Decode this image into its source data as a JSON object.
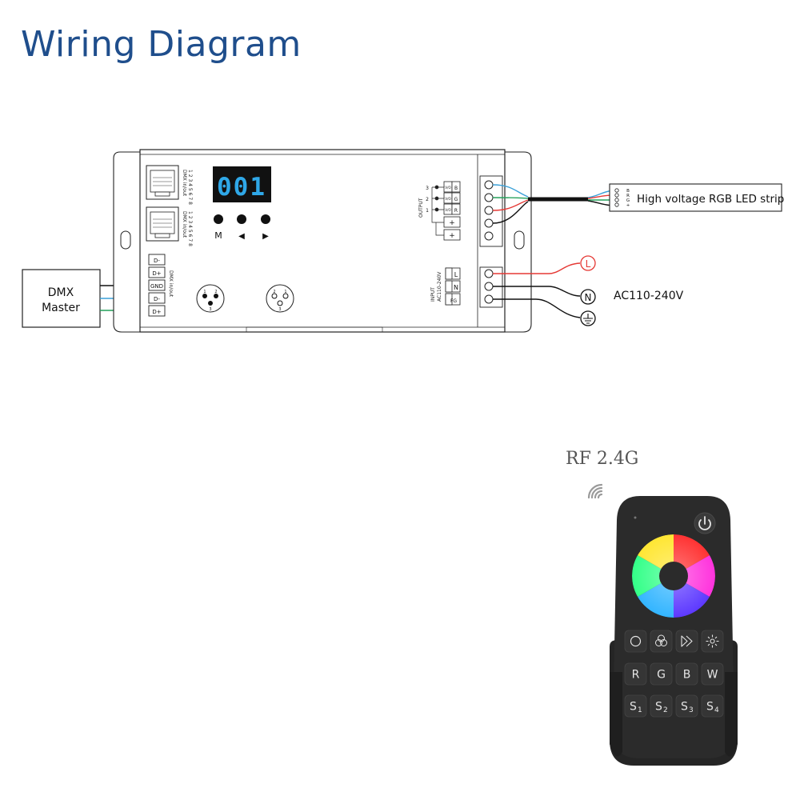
{
  "title": "Wiring Diagram",
  "colors": {
    "title": "#1f4e8c",
    "display_bg": "#111111",
    "display_digits": "#2fa8e8",
    "wire_red": "#e53935",
    "wire_green": "#23a05a",
    "wire_blue": "#3aa0d8",
    "wire_black": "#111111",
    "remote_body": "#2b2b2b",
    "remote_key": "#353535"
  },
  "dmx_master": {
    "line1": "DMX",
    "line2": "Master"
  },
  "controller": {
    "display": "001",
    "buttons": [
      "M",
      "◀",
      "▶"
    ],
    "rj45_label": "DMX in/out",
    "rj45_pins": "1 2 3 4 5 6 7 8",
    "dmx_terminal_label": "DMX in/out",
    "dmx_terminals": [
      "D-",
      "D+",
      "GND",
      "D-",
      "D+"
    ],
    "xlr_pins_in": [
      "1",
      "2",
      "3"
    ],
    "xlr_pins_out": [
      "2",
      "1",
      "3"
    ],
    "output_label": "OUTPUT",
    "output_channels": [
      {
        "num": "3",
        "pin": "B",
        "tag": "V/O"
      },
      {
        "num": "2",
        "pin": "G",
        "tag": "V/O"
      },
      {
        "num": "1",
        "pin": "R",
        "tag": "V/O"
      }
    ],
    "output_plus": [
      "+",
      "+"
    ],
    "input_label": "INPUT",
    "input_voltage": "AC110-240V",
    "input_terminals": [
      "L",
      "N",
      "FG"
    ]
  },
  "led_strip": {
    "label": "High voltage RGB LED strip",
    "pins": [
      "B",
      "R",
      "G",
      "+"
    ]
  },
  "ac": {
    "L": "L",
    "N": "N",
    "label": "AC110-240V"
  },
  "remote": {
    "rf_label": "RF 2.4G",
    "keys_row1_icons": [
      "circle-icon",
      "rgb-mix-icon",
      "play-speed-icon",
      "brightness-icon"
    ],
    "keys_row2": [
      "R",
      "G",
      "B",
      "W"
    ],
    "keys_row3": [
      {
        "main": "S",
        "sub": "1"
      },
      {
        "main": "S",
        "sub": "2"
      },
      {
        "main": "S",
        "sub": "3"
      },
      {
        "main": "S",
        "sub": "4"
      }
    ]
  }
}
